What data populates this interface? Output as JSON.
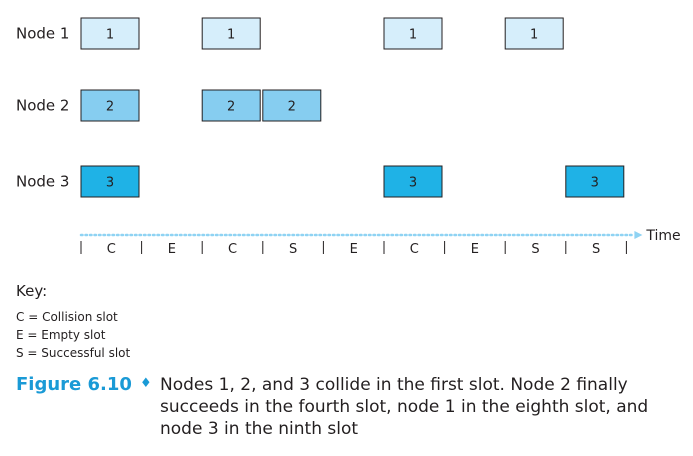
{
  "diagram": {
    "nodes": [
      {
        "label": "Node 1",
        "slots": [
          1,
          3,
          6,
          8
        ],
        "fill": "#d6eefb"
      },
      {
        "label": "Node 2",
        "slots": [
          1,
          3,
          4
        ],
        "fill": "#86cdf0"
      },
      {
        "label": "Node 3",
        "slots": [
          1,
          6,
          9
        ],
        "fill": "#1fb2e6"
      }
    ],
    "box_numbers": [
      "1",
      "2",
      "3"
    ],
    "slots": [
      "C",
      "E",
      "C",
      "S",
      "E",
      "C",
      "E",
      "S",
      "S"
    ],
    "time_label": "Time",
    "colors": {
      "outline": "#231f20",
      "dots": "#8fd3f3"
    }
  },
  "key": {
    "title": "Key:",
    "entries": [
      "C = Collision slot",
      "E = Empty slot",
      "S = Successful slot"
    ]
  },
  "caption": {
    "label": "Figure 6.10",
    "separator": "♦",
    "text": "Nodes 1, 2, and 3 collide in the first slot. Node 2 finally succeeds in the fourth slot, node 1 in the eighth slot, and node 3 in the ninth slot"
  }
}
